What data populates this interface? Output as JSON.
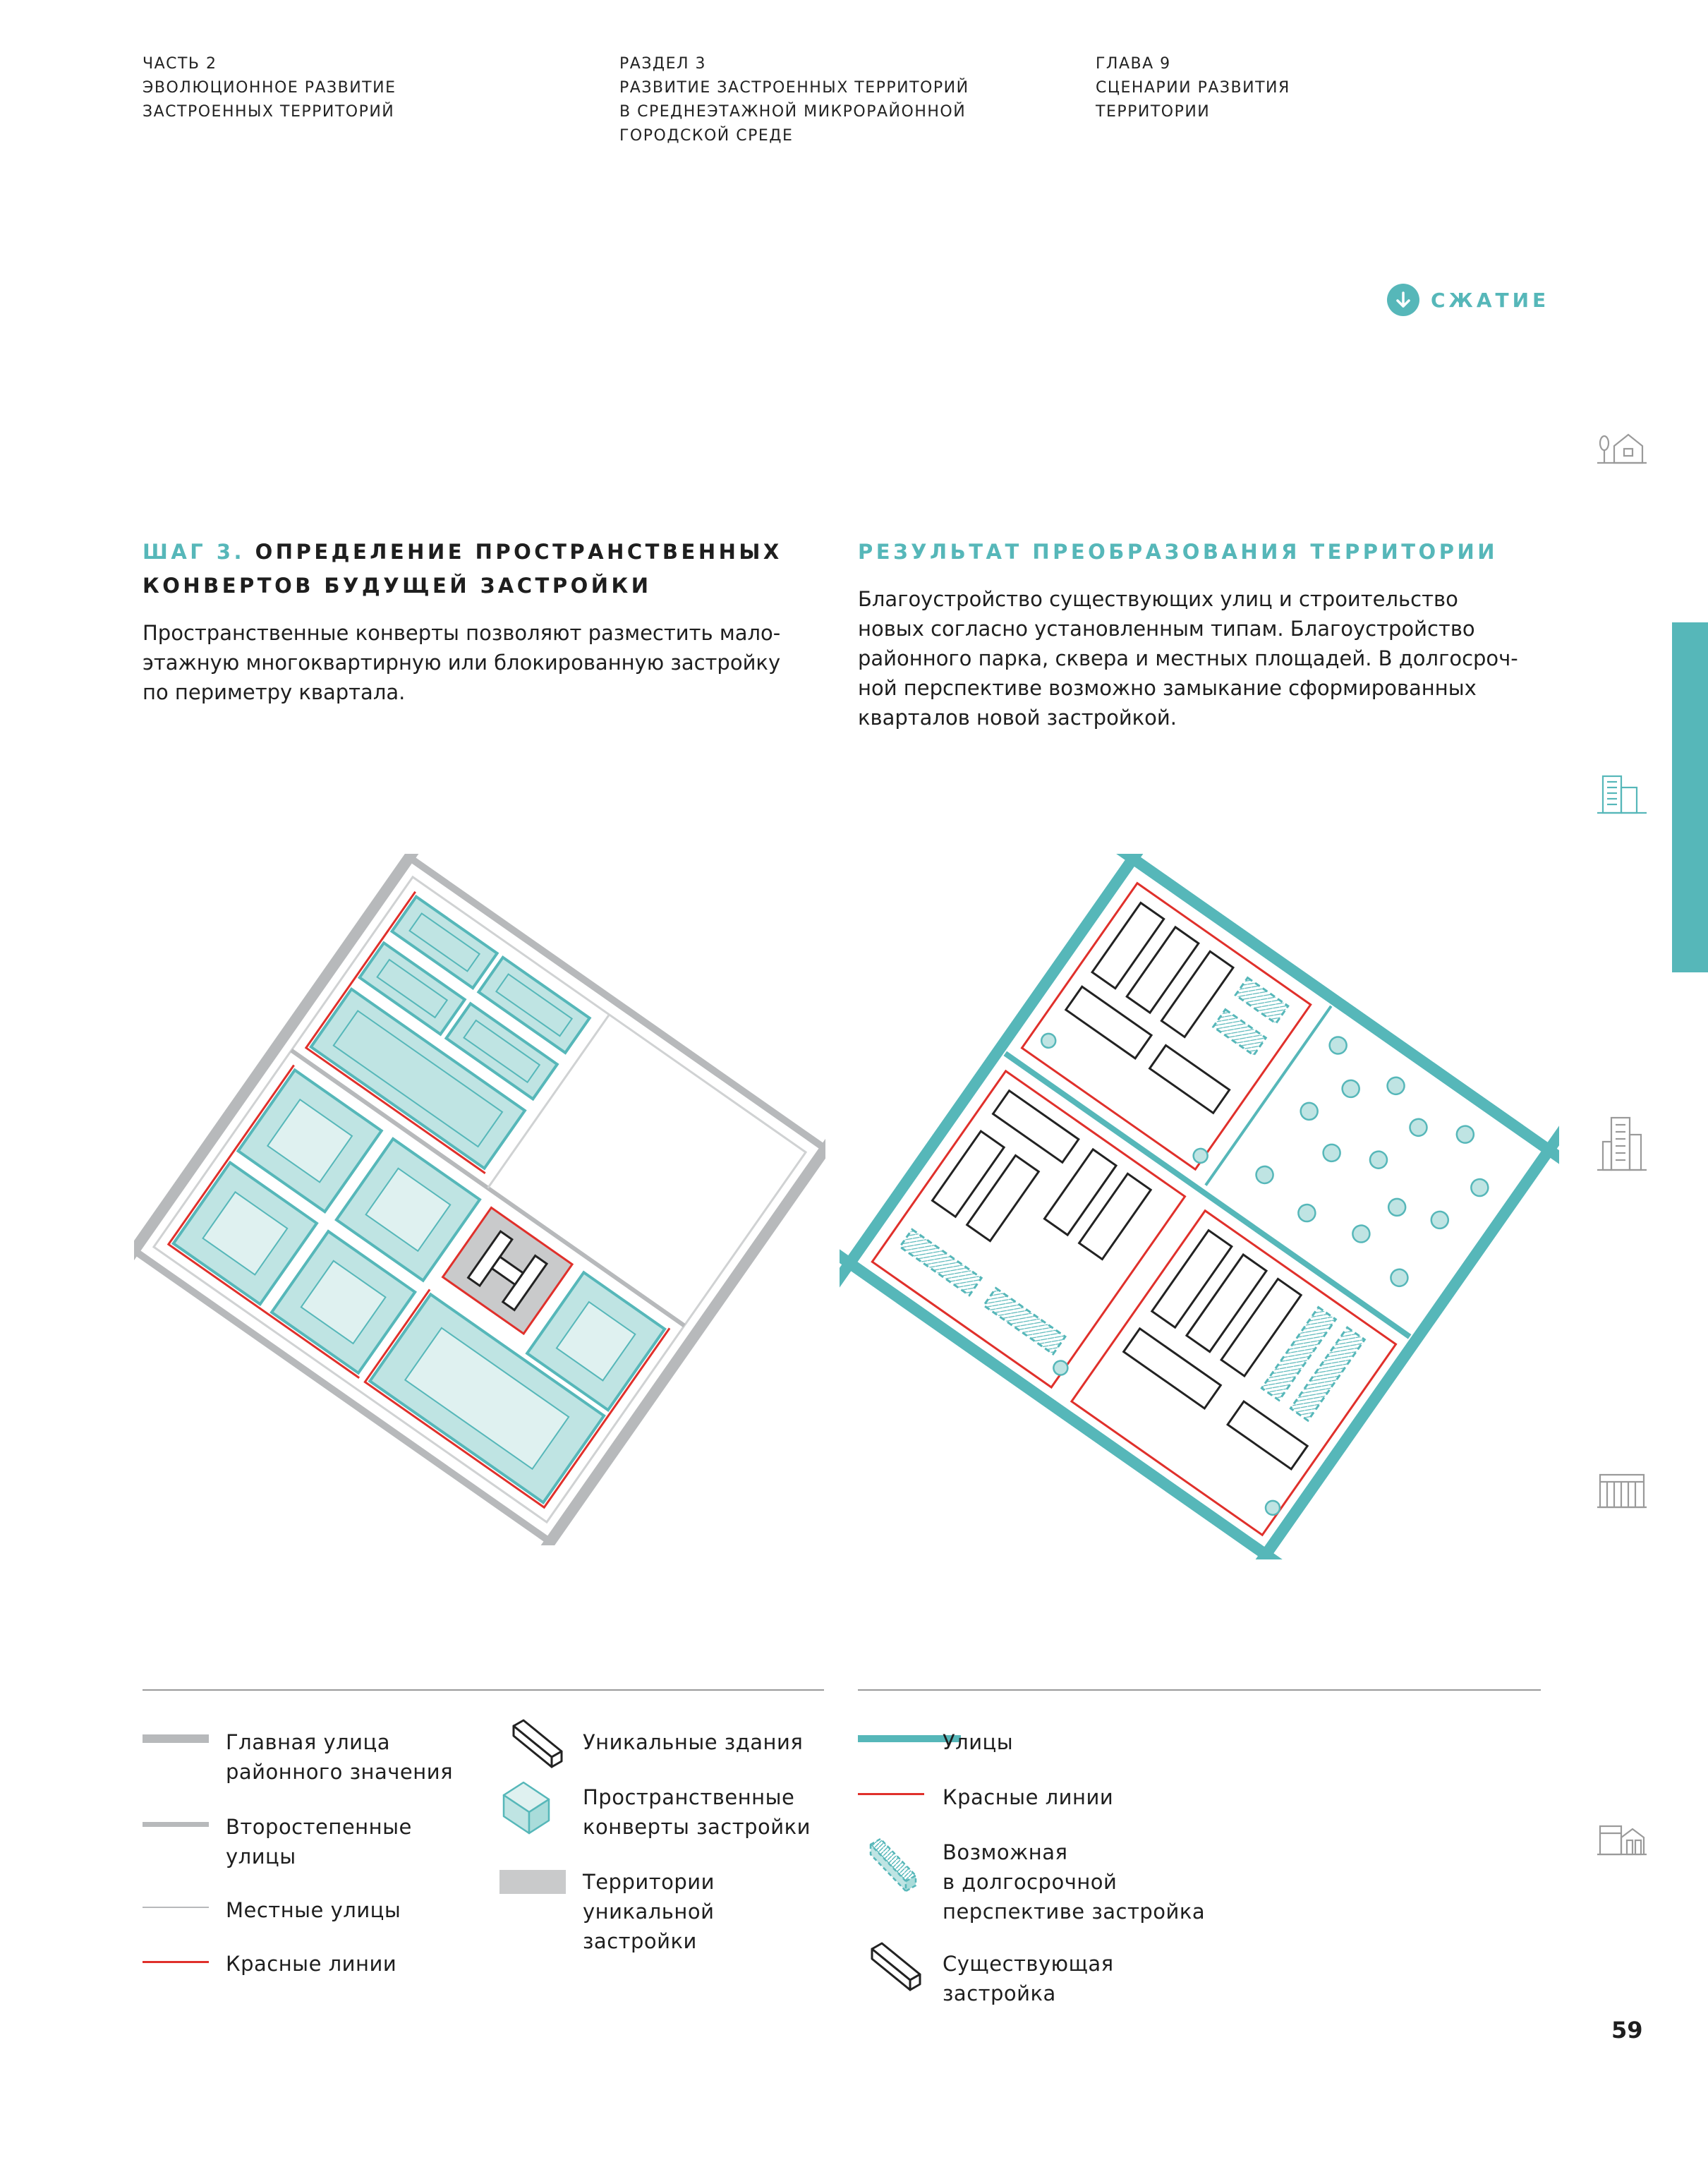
{
  "header": {
    "part": [
      "ЧАСТЬ 2",
      "ЭВОЛЮЦИОННОЕ РАЗВИТИЕ",
      "ЗАСТРОЕННЫХ ТЕРРИТОРИЙ"
    ],
    "section": [
      "РАЗДЕЛ 3",
      "РАЗВИТИЕ ЗАСТРОЕННЫХ ТЕРРИТОРИЙ",
      "В СРЕДНЕЭТАЖНОЙ МИКРОРАЙОННОЙ",
      "ГОРОДСКОЙ СРЕДЕ"
    ],
    "chapter": [
      "ГЛАВА 9",
      "СЦЕНАРИИ РАЗВИТИЯ",
      "ТЕРРИТОРИИ"
    ]
  },
  "badge": {
    "label": "СЖАТИЕ",
    "icon": "arrow-down-circle-icon"
  },
  "step": {
    "prefix": "ШАГ 3.",
    "title_line1": "ОПРЕДЕЛЕНИЕ ПРОСТРАНСТВЕННЫХ",
    "title_line2": "КОНВЕРТОВ БУДУЩЕЙ ЗАСТРОЙКИ",
    "text": [
      "Пространственные конверты позволяют разместить мало-",
      "этажную многоквартирную или блокированную застройку",
      "по периметру квартала."
    ]
  },
  "result": {
    "title": "РЕЗУЛЬТАТ ПРЕОБРАЗОВАНИЯ ТЕРРИТОРИИ",
    "text": [
      "Благоустройство существующих улиц и строительство",
      "новых согласно установленным типам. Благоустройство",
      "районного парка, сквера и местных площадей. В долгосроч-",
      "ной перспективе возможно замыкание сформированных",
      "кварталов новой застройкой."
    ]
  },
  "legend_left": {
    "main_street": [
      "Главная улица",
      "районного значения"
    ],
    "secondary_streets": [
      "Второстепенные",
      "улицы"
    ],
    "local_streets": [
      "Местные улицы"
    ],
    "red_lines": [
      "Красные линии"
    ],
    "unique_buildings": [
      "Уникальные здания"
    ],
    "envelopes": [
      "Пространственные",
      "конверты застройки"
    ],
    "unique_territories": [
      "Территории",
      "уникальной",
      "застройки"
    ]
  },
  "legend_right": {
    "streets": [
      "Улицы"
    ],
    "red_lines": [
      "Красные линии"
    ],
    "possible": [
      "Возможная",
      "в долгосрочной",
      "перспективе застройка"
    ],
    "existing": [
      "Существующая",
      "застройка"
    ]
  },
  "colors": {
    "accent": "#56b7b9",
    "envelope_fill": "#bfe4e3",
    "red_line": "#e0302b",
    "gray_street": "#b7b9bb",
    "unique_territory": "#c9cacb"
  },
  "sidebar_icons": [
    "house-tree-icon",
    "midrise-building-icon",
    "highrise-building-icon",
    "apartment-block-icon",
    "townhouse-icon"
  ],
  "page_number": "59"
}
